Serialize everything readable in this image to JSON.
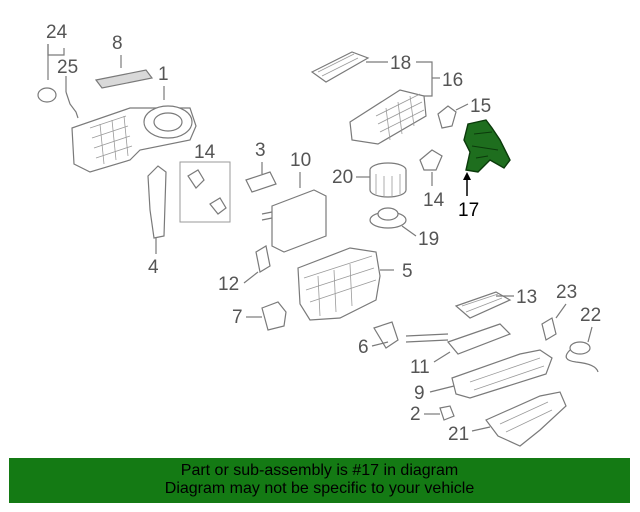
{
  "diagram": {
    "callouts": [
      "24",
      "25",
      "8",
      "1",
      "18",
      "16",
      "15",
      "14",
      "3",
      "10",
      "20",
      "17",
      "14",
      "4",
      "19",
      "12",
      "5",
      "13",
      "23",
      "22",
      "7",
      "6",
      "11",
      "9",
      "2",
      "21"
    ],
    "highlight_color": "#1e6e1e"
  },
  "footer": {
    "line1": "Part or sub-assembly is #17 in diagram",
    "line2": "Diagram may not be specific to your vehicle",
    "background": "#147a14"
  }
}
